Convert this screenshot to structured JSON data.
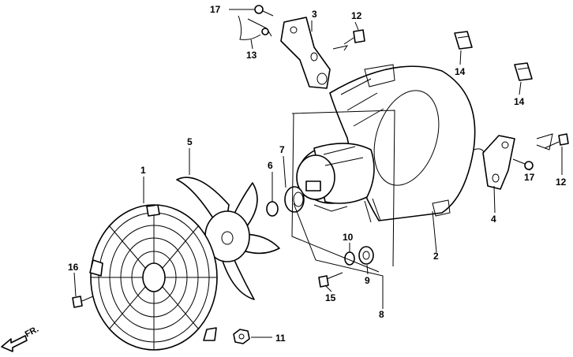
{
  "callouts": {
    "c1": "1",
    "c2": "2",
    "c3": "3",
    "c4": "4",
    "c5": "5",
    "c6": "6",
    "c7": "7",
    "c8": "8",
    "c9": "9",
    "c10": "10",
    "c11": "11",
    "c12a": "12",
    "c12b": "12",
    "c13": "13",
    "c14a": "14",
    "c14b": "14",
    "c15": "15",
    "c16": "16",
    "c17a": "17",
    "c17b": "17"
  },
  "direction": {
    "label": "FR."
  }
}
